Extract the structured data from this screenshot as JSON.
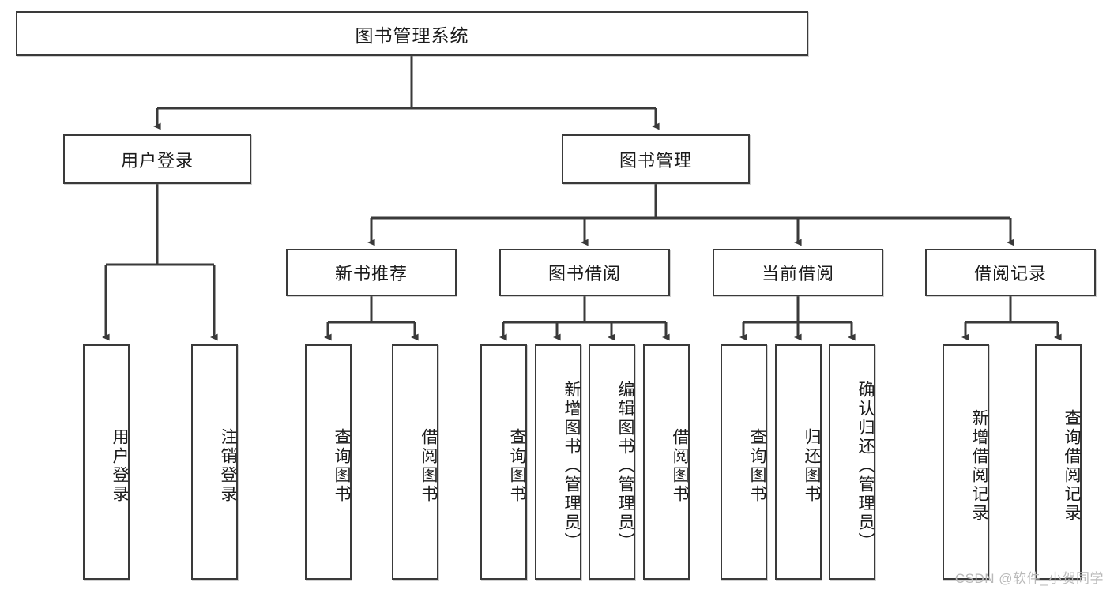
{
  "diagram": {
    "title": "图书管理系统",
    "type": "tree-hierarchy-diagram",
    "watermark": "CSDN @软件_小贺同学",
    "colors": {
      "stroke": "#3a3a3a",
      "fill": "#ffffff",
      "text": "#1b1b1b",
      "watermark": "#b9b9b9"
    },
    "nodes": {
      "root": {
        "label": "图书管理系统"
      },
      "level2": [
        {
          "label": "用户登录"
        },
        {
          "label": "图书管理"
        }
      ],
      "level3": [
        {
          "label": "新书推荐"
        },
        {
          "label": "图书借阅"
        },
        {
          "label": "当前借阅"
        },
        {
          "label": "借阅记录"
        }
      ],
      "leaves": {
        "user_login": [
          {
            "label": "用户登录"
          },
          {
            "label": "注销登录"
          }
        ],
        "new_book_recommend": [
          {
            "label": "查询图书"
          },
          {
            "label": "借阅图书"
          }
        ],
        "book_borrow": [
          {
            "label": "查询图书"
          },
          {
            "label": "新增图书（管理员）"
          },
          {
            "label": "编辑图书（管理员）"
          },
          {
            "label": "借阅图书"
          }
        ],
        "current_borrow": [
          {
            "label": "查询图书"
          },
          {
            "label": "归还图书"
          },
          {
            "label": "确认归还（管理员）"
          }
        ],
        "borrow_record": [
          {
            "label": "新增借阅记录"
          },
          {
            "label": "查询借阅记录"
          }
        ]
      }
    }
  }
}
